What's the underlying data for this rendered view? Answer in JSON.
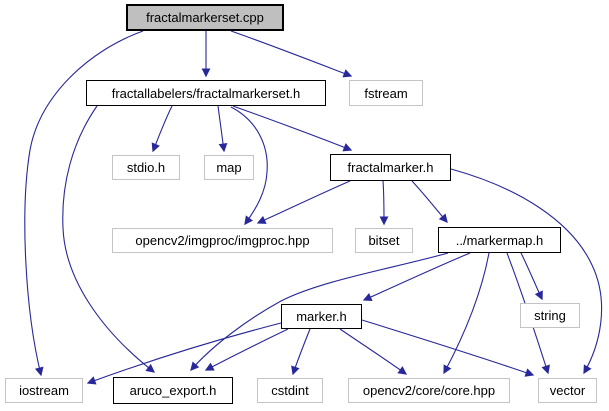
{
  "diagram": {
    "type": "doxygen-include-graph",
    "root_label": "fractalmarkerset.cpp"
  },
  "colors": {
    "background": "#ffffff",
    "edge": "#28289a",
    "text": "#000000",
    "project_border": "#000000",
    "system_border": "#c4c4c4",
    "current_node_fill": "#bfbfbf"
  },
  "graph": {
    "nodes": [
      {
        "id": "cpp",
        "label": "fractalmarkerset.cpp",
        "kind": "current"
      },
      {
        "id": "flabel",
        "label": "fractallabelers/fractalmarkerset.h",
        "kind": "project"
      },
      {
        "id": "fstream",
        "label": "fstream",
        "kind": "system"
      },
      {
        "id": "stdio",
        "label": "stdio.h",
        "kind": "system"
      },
      {
        "id": "map",
        "label": "map",
        "kind": "system"
      },
      {
        "id": "fmarker",
        "label": "fractalmarker.h",
        "kind": "project"
      },
      {
        "id": "imgproc",
        "label": "opencv2/imgproc/imgproc.hpp",
        "kind": "system"
      },
      {
        "id": "bitset",
        "label": "bitset",
        "kind": "system"
      },
      {
        "id": "markermap",
        "label": "../markermap.h",
        "kind": "project"
      },
      {
        "id": "marker",
        "label": "marker.h",
        "kind": "project"
      },
      {
        "id": "string",
        "label": "string",
        "kind": "system"
      },
      {
        "id": "iostream",
        "label": "iostream",
        "kind": "system"
      },
      {
        "id": "aruco",
        "label": "aruco_export.h",
        "kind": "project"
      },
      {
        "id": "cstdint",
        "label": "cstdint",
        "kind": "system"
      },
      {
        "id": "core",
        "label": "opencv2/core/core.hpp",
        "kind": "system"
      },
      {
        "id": "vector",
        "label": "vector",
        "kind": "system"
      }
    ],
    "edges": [
      {
        "from": "cpp",
        "to": "flabel"
      },
      {
        "from": "cpp",
        "to": "fstream"
      },
      {
        "from": "cpp",
        "to": "iostream"
      },
      {
        "from": "flabel",
        "to": "stdio"
      },
      {
        "from": "flabel",
        "to": "map"
      },
      {
        "from": "flabel",
        "to": "fmarker"
      },
      {
        "from": "flabel",
        "to": "imgproc"
      },
      {
        "from": "flabel",
        "to": "aruco"
      },
      {
        "from": "fmarker",
        "to": "imgproc"
      },
      {
        "from": "fmarker",
        "to": "bitset"
      },
      {
        "from": "fmarker",
        "to": "markermap"
      },
      {
        "from": "fmarker",
        "to": "vector"
      },
      {
        "from": "markermap",
        "to": "marker"
      },
      {
        "from": "markermap",
        "to": "string"
      },
      {
        "from": "markermap",
        "to": "core"
      },
      {
        "from": "markermap",
        "to": "vector"
      },
      {
        "from": "markermap",
        "to": "aruco"
      },
      {
        "from": "marker",
        "to": "iostream"
      },
      {
        "from": "marker",
        "to": "aruco"
      },
      {
        "from": "marker",
        "to": "cstdint"
      },
      {
        "from": "marker",
        "to": "core"
      },
      {
        "from": "marker",
        "to": "vector"
      }
    ]
  }
}
